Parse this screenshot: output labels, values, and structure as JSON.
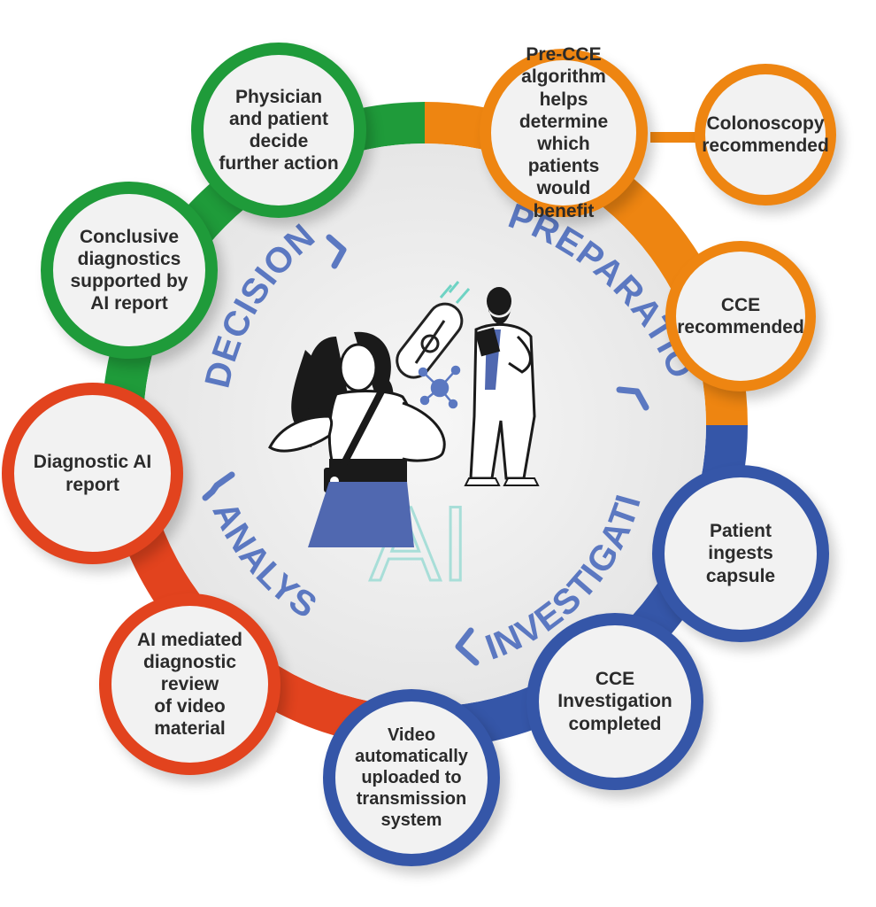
{
  "phases": {
    "preparation": "PREPARATION",
    "investigation": "INVESTIGATION",
    "analysis": "ANALYSIS",
    "decisions": "DECISIONS"
  },
  "center": {
    "ai_label": "AI"
  },
  "steps": {
    "pre_cce": [
      "Pre-CCE",
      "algorithm helps",
      "determine which",
      "patients would",
      "benefit"
    ],
    "colonoscopy": [
      "Colonoscopy",
      "recommended"
    ],
    "cce_recommended": [
      "CCE",
      "recommended"
    ],
    "ingests": [
      "Patient ingests",
      "capsule"
    ],
    "cce_completed": [
      "CCE",
      "Investigation",
      "completed"
    ],
    "video_upload": [
      "Video",
      "automatically",
      "uploaded to",
      "transmission",
      "system"
    ],
    "ai_review": [
      "AI mediated",
      "diagnostic review",
      "of video material"
    ],
    "ai_report": [
      "Diagnostic AI",
      "report"
    ],
    "conclusive": [
      "Conclusive",
      "diagnostics",
      "supported by",
      "AI report"
    ],
    "physician": [
      "Physician",
      "and patient decide",
      "further action"
    ]
  },
  "colors": {
    "preparation": "#ee8511",
    "investigation": "#3556a8",
    "analysis": "#e2431e",
    "decisions": "#1f9b3a",
    "phase_label": "#5b78c1"
  }
}
